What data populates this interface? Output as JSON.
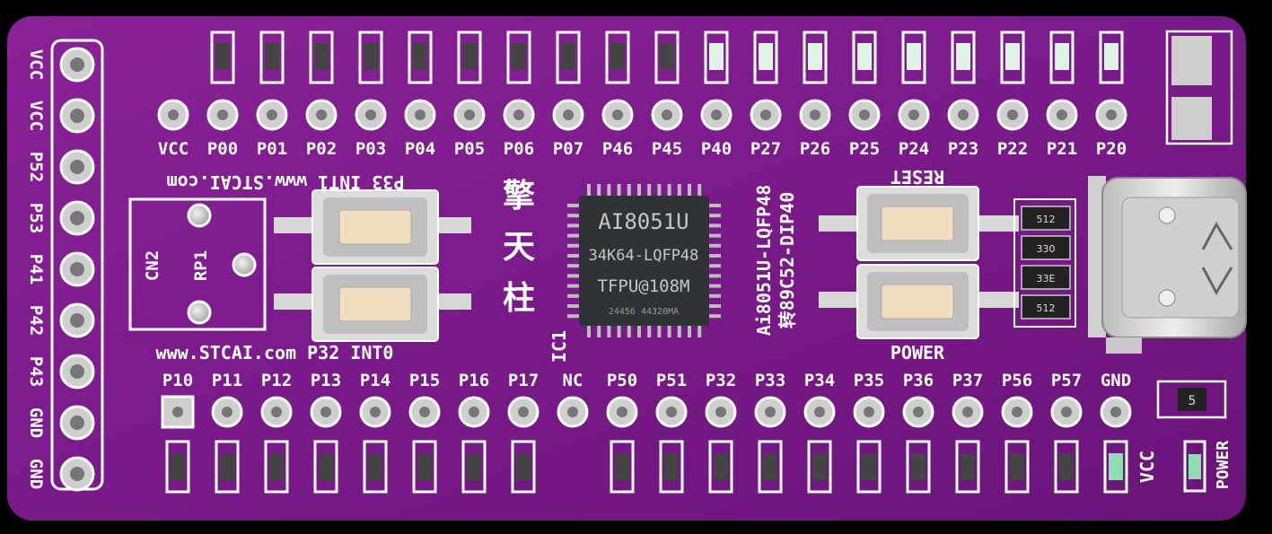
{
  "colors": {
    "background": "#000000",
    "pcb": "#7a1a8a",
    "pcb_dark": "#5e0f6e",
    "silkscreen": "#ffffff",
    "pad_silver": "#c9c9c9",
    "chip_body": "#2f3336",
    "button_cap": "#f1dcc0",
    "led_green": "#8fe0b0"
  },
  "board": {
    "left_header_labels": [
      "VCC",
      "VCC",
      "P52",
      "P53",
      "P41",
      "P42",
      "P43",
      "GND",
      "GND"
    ],
    "top_labels": [
      "P20",
      "P21",
      "P22",
      "P23",
      "P24",
      "P25",
      "P26",
      "P27",
      "P40",
      "P45",
      "P46",
      "P07",
      "P06",
      "P05",
      "P04",
      "P03",
      "P02",
      "P01",
      "P00",
      "VCC"
    ],
    "bottom_labels": [
      "P10",
      "P11",
      "P12",
      "P13",
      "P14",
      "P15",
      "P16",
      "P17",
      "NC",
      "P50",
      "P51",
      "P32",
      "P33",
      "P34",
      "P35",
      "P36",
      "P37",
      "P56",
      "P57",
      "GND"
    ],
    "int1_label": "P33 INT1 www.STCAI.com",
    "int0_label": "www.STCAI.com P32 INT0",
    "reset_label": "RESET",
    "power_button_label": "POWER",
    "cn2_label": "CN2",
    "rp1_label": "RP1",
    "ic1_label": "IC1",
    "chinese_name": "擎天柱",
    "chip": {
      "line1": "AI8051U",
      "line2": "34K64-LQFP48",
      "line3": "TFPU@108M",
      "line4": "24456 44320MA"
    },
    "side_text_1": "Ai8051U-LQFP48",
    "side_text_2": "转89C52-DIP40",
    "resistors": [
      "512",
      "330",
      "33E",
      "512"
    ],
    "part_5_label": "5",
    "vcc_led_label": "VCC",
    "power_led_label": "POWER"
  }
}
